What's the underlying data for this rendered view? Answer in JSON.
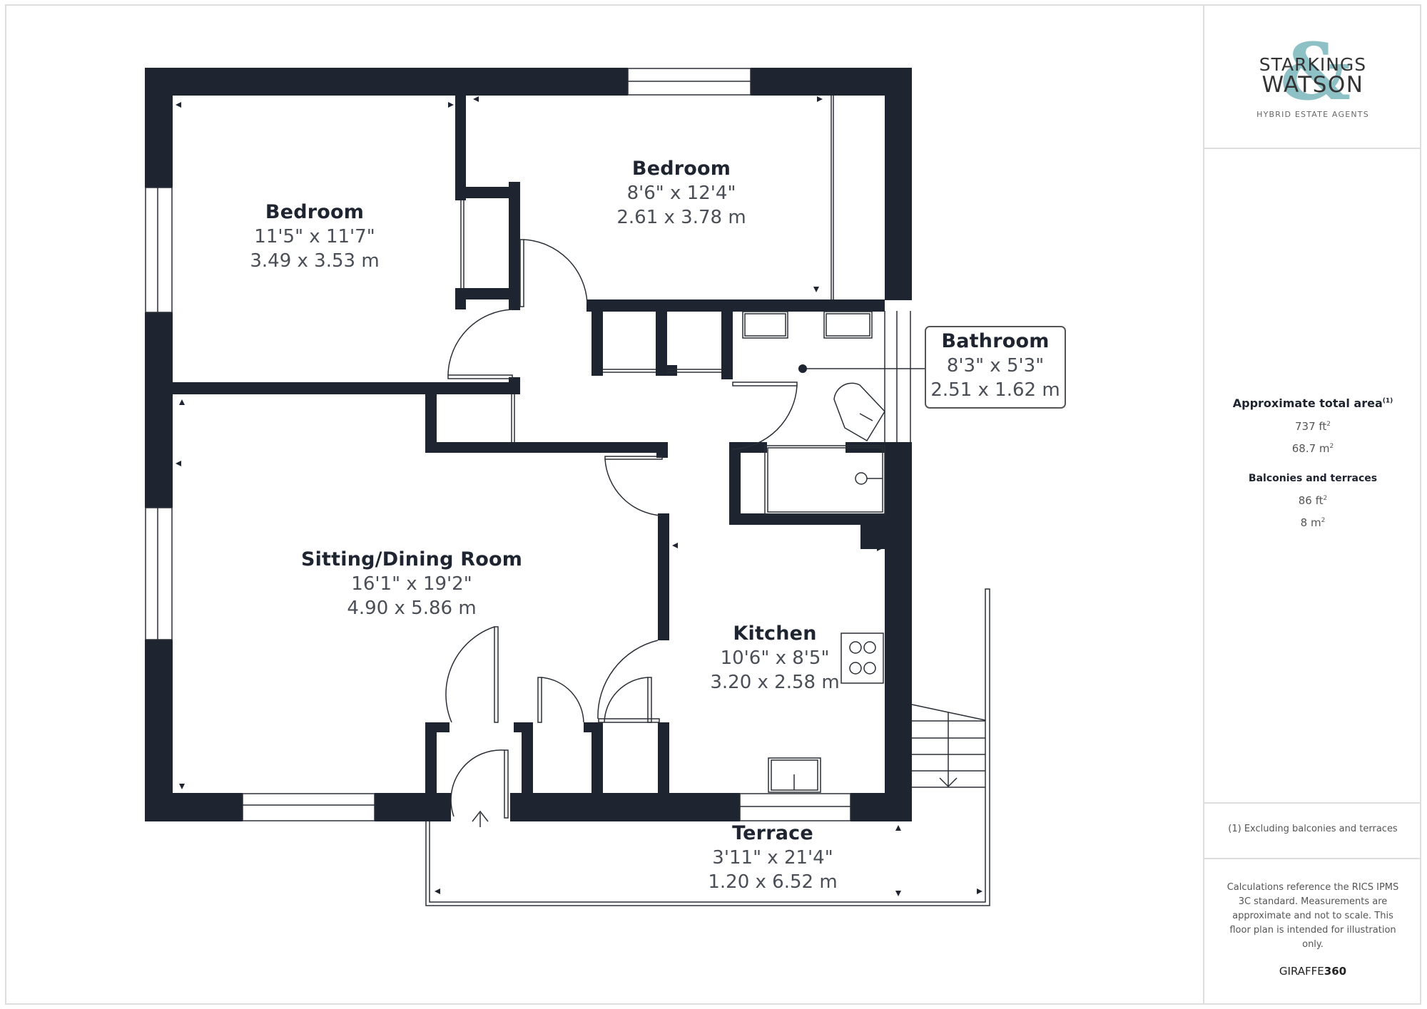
{
  "brand": {
    "line1": "STARKINGS",
    "line2": "WATSON",
    "ampersand": "&",
    "tagline": "HYBRID ESTATE AGENTS",
    "accent_color": "#8ec1c5"
  },
  "rooms": [
    {
      "name": "Bedroom",
      "imperial": "11'5\" x 11'7\"",
      "metric": "3.49 x 3.53 m"
    },
    {
      "name": "Bedroom",
      "imperial": "8'6\" x 12'4\"",
      "metric": "2.61 x 3.78 m"
    },
    {
      "name": "Bathroom",
      "imperial": "8'3\" x 5'3\"",
      "metric": "2.51 x 1.62 m"
    },
    {
      "name": "Sitting/Dining Room",
      "imperial": "16'1\" x 19'2\"",
      "metric": "4.90 x 5.86 m"
    },
    {
      "name": "Kitchen",
      "imperial": "10'6\" x 8'5\"",
      "metric": "3.20 x 2.58 m"
    },
    {
      "name": "Terrace",
      "imperial": "3'11\" x 21'4\"",
      "metric": "1.20 x 6.52 m"
    }
  ],
  "summary": {
    "total_area_title": "Approximate total area",
    "total_area_footnote_mark": "(1)",
    "total_area_sqft": "737 ft",
    "total_area_sqm": "68.7 m",
    "balconies_title": "Balconies and terraces",
    "balconies_sqft": "86 ft",
    "balconies_sqm": "8 m",
    "superscript": "2"
  },
  "footnote": "(1) Excluding balconies and terraces",
  "disclaimer": "Calculations reference the RICS IPMS 3C standard. Measurements are approximate and not to scale. This floor plan is intended for illustration only.",
  "provider": {
    "prefix": "GIRAFFE",
    "suffix": "360"
  },
  "colors": {
    "wall": "#1e2530",
    "line": "#2a2f36",
    "border": "#dddddd",
    "dim_text": "#4a4f57"
  }
}
